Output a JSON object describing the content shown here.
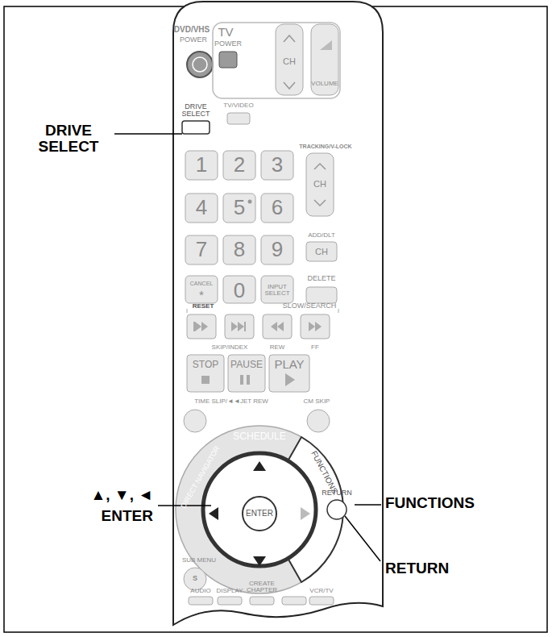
{
  "diagram": {
    "labels": [
      "DVD/VHS",
      "POWER",
      "TV",
      "POWER",
      "DRIVE SELECT",
      "TV/VIDEO",
      "CH",
      "VOLUME",
      "1",
      "2",
      "3",
      "4",
      "5",
      "6",
      "7",
      "8",
      "9",
      "TRACKING/V-LOCK",
      "CH",
      "ADD/DLT",
      "CH",
      "CANCEL",
      "*",
      "0",
      "INPUT SELECT",
      "DELETE",
      "RESET",
      "SLOW/SEARCH",
      "SKIP/INDEX",
      "REW",
      "FF",
      "STOP",
      "PAUSE",
      "PLAY",
      "TIME SLIP/◄◄JET REW",
      "CM SKIP",
      "SCHEDULE",
      "DIRECT NAVIGATOR",
      "FUNCTIONS",
      "ENTER",
      "SUB MENU",
      "S",
      "RETURN",
      "AUDIO",
      "DISPLAY",
      "CREATE CHAPTER",
      "VCR/TV",
      "DRIVE SELECT",
      "▲, ▼, ◄",
      "ENTER",
      "FUNCTIONS",
      "RETURN"
    ]
  }
}
